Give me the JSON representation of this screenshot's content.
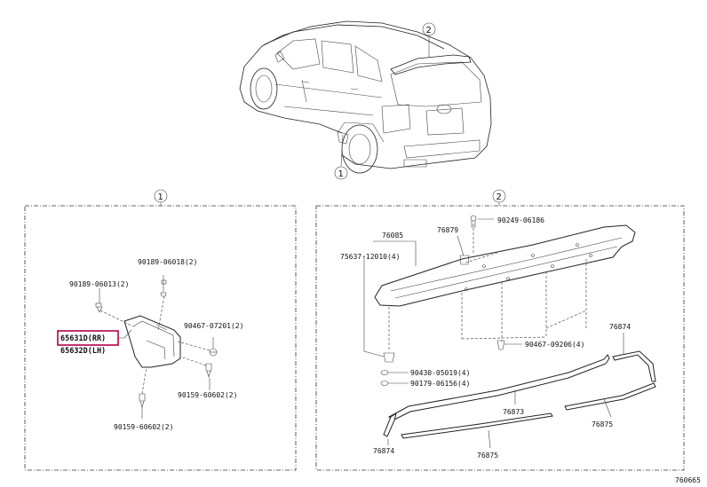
{
  "diagram": {
    "callout_1": "1",
    "callout_2": "2",
    "panel_1_marker": "1",
    "panel_2_marker": "2",
    "left_panel_labels": {
      "p90189_06018": "90189-06018(2)",
      "p90189_06013": "90189-06013(2)",
      "p65631D": "65631D(RR)",
      "p65632D": "65632D(LH)",
      "p90467_07201": "90467-07201(2)",
      "p90159_60602a": "90159-60602(2)",
      "p90159_60602b": "90159-60602(2)"
    },
    "right_panel_labels": {
      "p90249_06186": "90249-06186",
      "p76085": "76085",
      "p76879": "76879",
      "p75637_12010": "75637-12010(4)",
      "p90467_09206": "90467-09206(4)",
      "p76874_top": "76874",
      "p90430_05019": "90430-05019(4)",
      "p90179_06156": "90179-06156(4)",
      "p76873": "76873",
      "p76875_right": "76875",
      "p76874_bottom": "76874",
      "p76875_bottom": "76875"
    },
    "figure_id": "760665",
    "highlight_color": "#b0004a"
  }
}
